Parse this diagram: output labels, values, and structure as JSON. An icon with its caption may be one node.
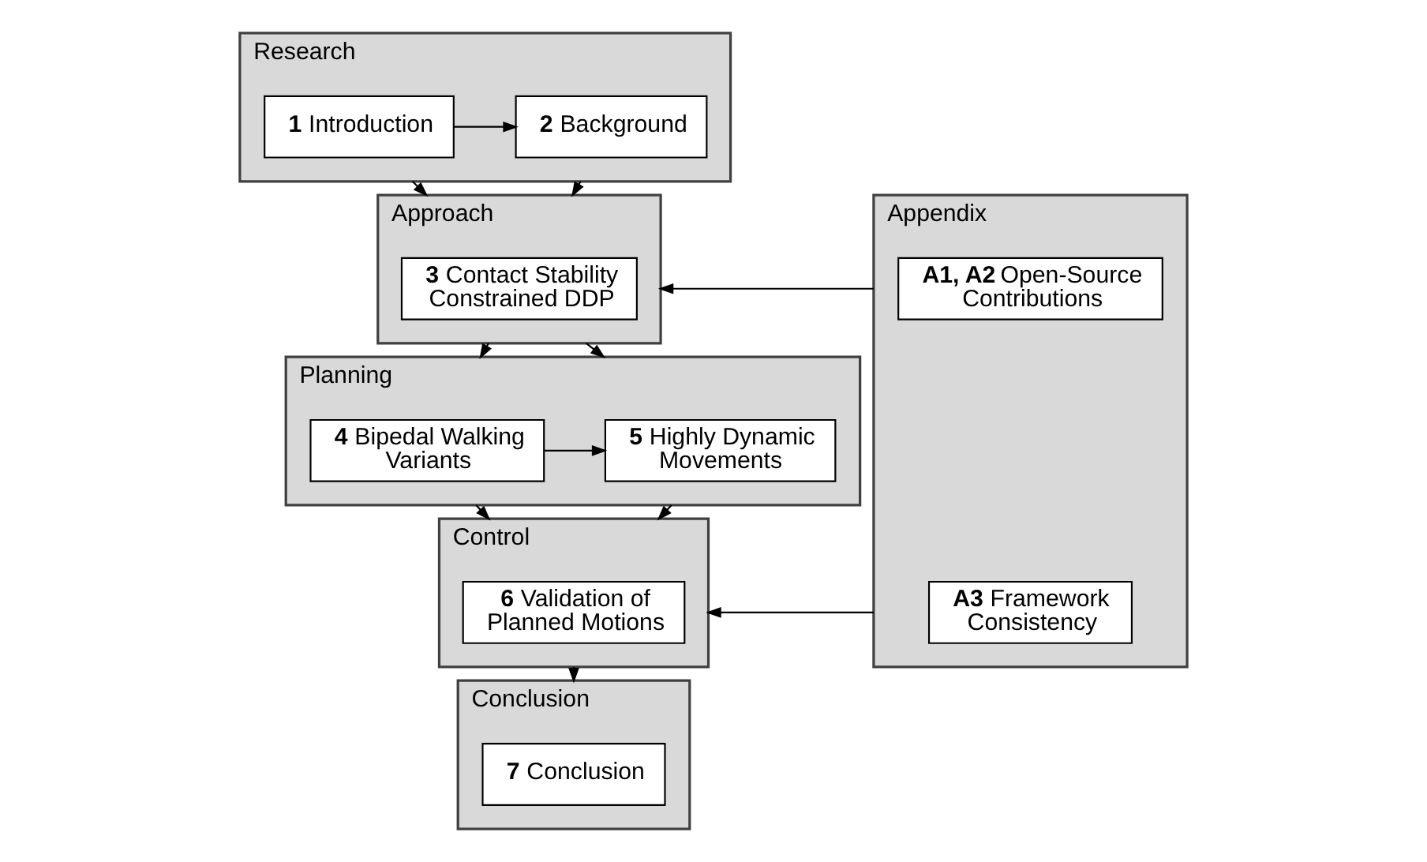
{
  "diagram": {
    "nodes": [
      {
        "text": [
          "Research"
        ]
      },
      {
        "text": [
          "**1** Introduction"
        ],
        "in": 0
      },
      {
        "text": [
          "**2** Background"
        ],
        "in": 0
      },
      {
        "text": [
          "Approach"
        ]
      },
      {
        "text": [
          "**3** Contact Stability Constrained DDP"
        ],
        "in": 3
      },
      {
        "text": [
          "Planning"
        ]
      },
      {
        "text": [
          "**4** Bipedal Walking Variants"
        ],
        "in": 5
      },
      {
        "text": [
          "**5** Highly Dynamic Movements"
        ],
        "in": 5
      },
      {
        "text": [
          "Control"
        ]
      },
      {
        "text": [
          "**6** Validation of Planned Motions"
        ],
        "in": 8
      },
      {
        "text": [
          "Conclusion"
        ]
      },
      {
        "text": [
          "**7** Conclusion"
        ],
        "in": 10
      },
      {
        "text": [
          "Appendix"
        ]
      },
      {
        "text": [
          "**A1, A2** Open-Source Contributions"
        ],
        "in": 12
      },
      {
        "text": [
          "**A3** Framework Consistency"
        ],
        "in": 12
      }
    ],
    "edges": [
      {
        "from": 1,
        "to": 2,
        "arrow": "to"
      },
      {
        "from": 0,
        "to": 3,
        "arrow": "to"
      },
      {
        "from": 0,
        "to": 3,
        "arrow": "to"
      },
      {
        "from": 3,
        "to": 5,
        "arrow": "to"
      },
      {
        "from": 3,
        "to": 5,
        "arrow": "to"
      },
      {
        "from": 6,
        "to": 7,
        "arrow": "to"
      },
      {
        "from": 5,
        "to": 8,
        "arrow": "to"
      },
      {
        "from": 5,
        "to": 8,
        "arrow": "to"
      },
      {
        "from": 8,
        "to": 10,
        "arrow": "to"
      },
      {
        "from": 12,
        "to": 3,
        "arrow": "to"
      },
      {
        "from": 12,
        "to": 8,
        "arrow": "to"
      }
    ]
  }
}
